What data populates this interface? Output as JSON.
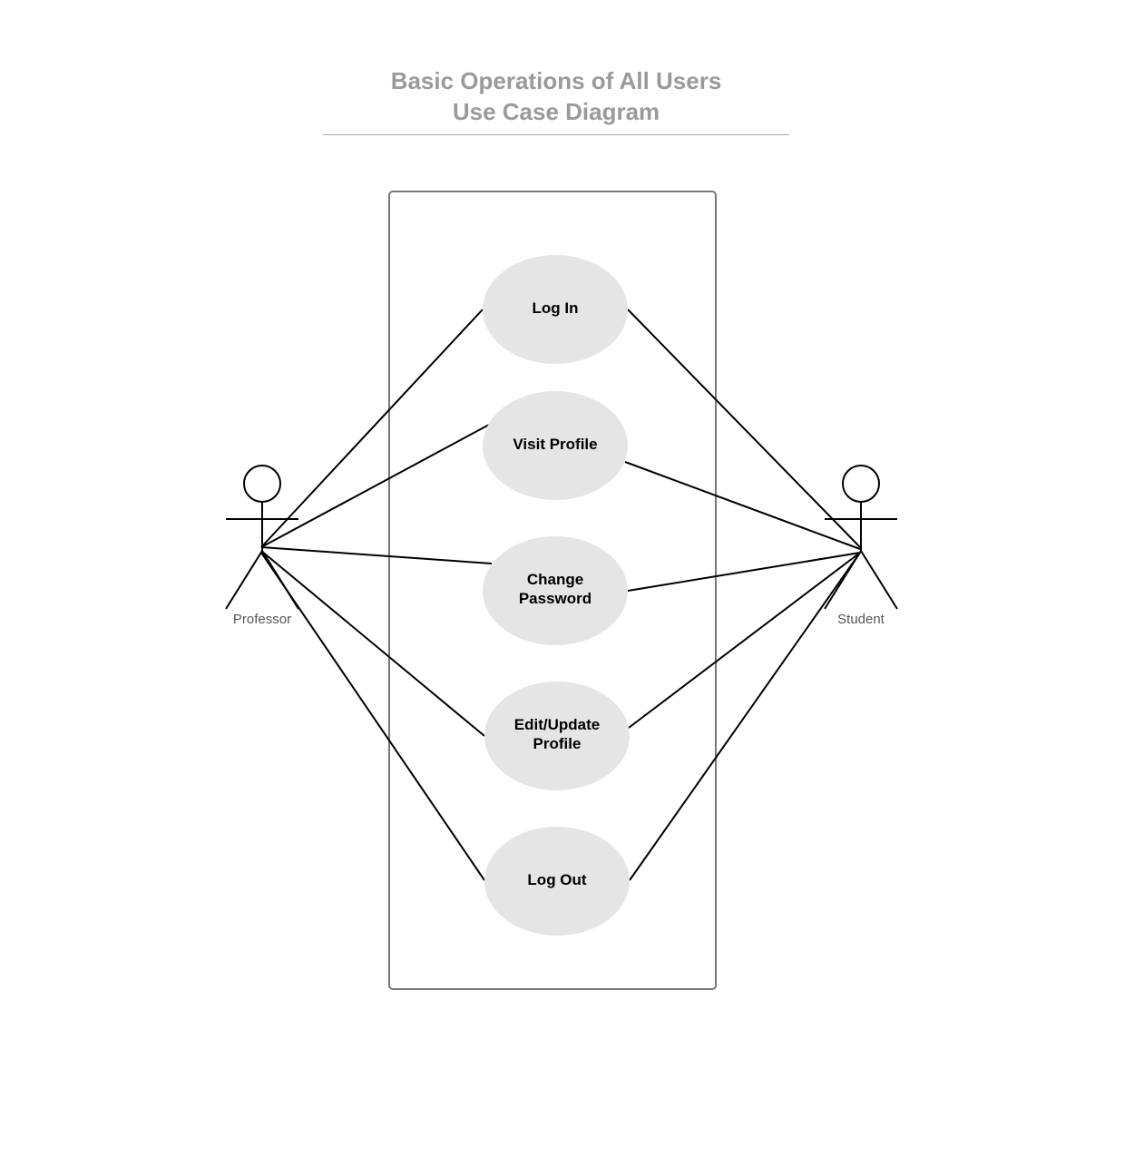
{
  "title": {
    "line1": "Basic Operations of All Users",
    "line2": "Use Case Diagram"
  },
  "colors": {
    "title": "#9a9a9a",
    "use_case_fill": "#e5e5e5",
    "boundary_stroke": "#777777",
    "line": "#000000"
  },
  "actors": {
    "professor": {
      "label": "Professor",
      "icon": "stick-figure-icon"
    },
    "student": {
      "label": "Student",
      "icon": "stick-figure-icon"
    }
  },
  "use_cases": {
    "log_in": {
      "lines": [
        "Log In"
      ]
    },
    "visit_profile": {
      "lines": [
        "Visit Profile"
      ]
    },
    "change_password": {
      "lines": [
        "Change",
        "Password"
      ]
    },
    "edit_update_profile": {
      "lines": [
        "Edit/Update",
        "Profile"
      ]
    },
    "log_out": {
      "lines": [
        "Log Out"
      ]
    }
  },
  "associations": [
    {
      "actor": "Professor",
      "use_case": "Log In"
    },
    {
      "actor": "Professor",
      "use_case": "Visit Profile"
    },
    {
      "actor": "Professor",
      "use_case": "Change Password"
    },
    {
      "actor": "Professor",
      "use_case": "Edit/Update Profile"
    },
    {
      "actor": "Professor",
      "use_case": "Log Out"
    },
    {
      "actor": "Student",
      "use_case": "Log In"
    },
    {
      "actor": "Student",
      "use_case": "Visit Profile"
    },
    {
      "actor": "Student",
      "use_case": "Change Password"
    },
    {
      "actor": "Student",
      "use_case": "Edit/Update Profile"
    },
    {
      "actor": "Student",
      "use_case": "Log Out"
    }
  ]
}
